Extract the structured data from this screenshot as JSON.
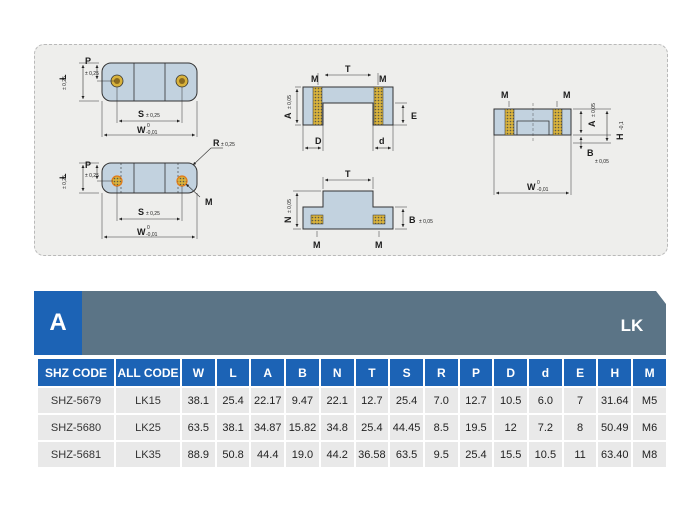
{
  "drawings": {
    "labels": {
      "P": "P",
      "L": "L",
      "S": "S",
      "W": "W",
      "R": "R",
      "M": "M",
      "T": "T",
      "A": "A",
      "E": "E",
      "D": "D",
      "d": "d",
      "N": "N",
      "B": "B",
      "H": "H"
    },
    "tolerances": {
      "pm_025": "± 0,25",
      "pm_005": "± 0,05",
      "w_upper": "0",
      "w_lower": "-0,01",
      "h_tol": "-0,1"
    }
  },
  "band": {
    "letter": "A",
    "series": "LK",
    "colors": {
      "dark": "#1c63b5",
      "slate": "#5b7486"
    }
  },
  "table": {
    "headers": [
      "SHZ CODE",
      "ALL CODE",
      "W",
      "L",
      "A",
      "B",
      "N",
      "T",
      "S",
      "R",
      "P",
      "D",
      "d",
      "E",
      "H",
      "M"
    ],
    "rows": [
      [
        "SHZ-5679",
        "LK15",
        "38.1",
        "25.4",
        "22.17",
        "9.47",
        "22.1",
        "12.7",
        "25.4",
        "7.0",
        "12.7",
        "10.5",
        "6.0",
        "7",
        "31.64",
        "M5"
      ],
      [
        "SHZ-5680",
        "LK25",
        "63.5",
        "38.1",
        "34.87",
        "15.82",
        "34.8",
        "25.4",
        "44.45",
        "8.5",
        "19.5",
        "12",
        "7.2",
        "8",
        "50.49",
        "M6"
      ],
      [
        "SHZ-5681",
        "LK35",
        "88.9",
        "50.8",
        "44.4",
        "19.0",
        "44.2",
        "36.58",
        "63.5",
        "9.5",
        "25.4",
        "15.5",
        "10.5",
        "11",
        "63.40",
        "M8"
      ]
    ]
  }
}
